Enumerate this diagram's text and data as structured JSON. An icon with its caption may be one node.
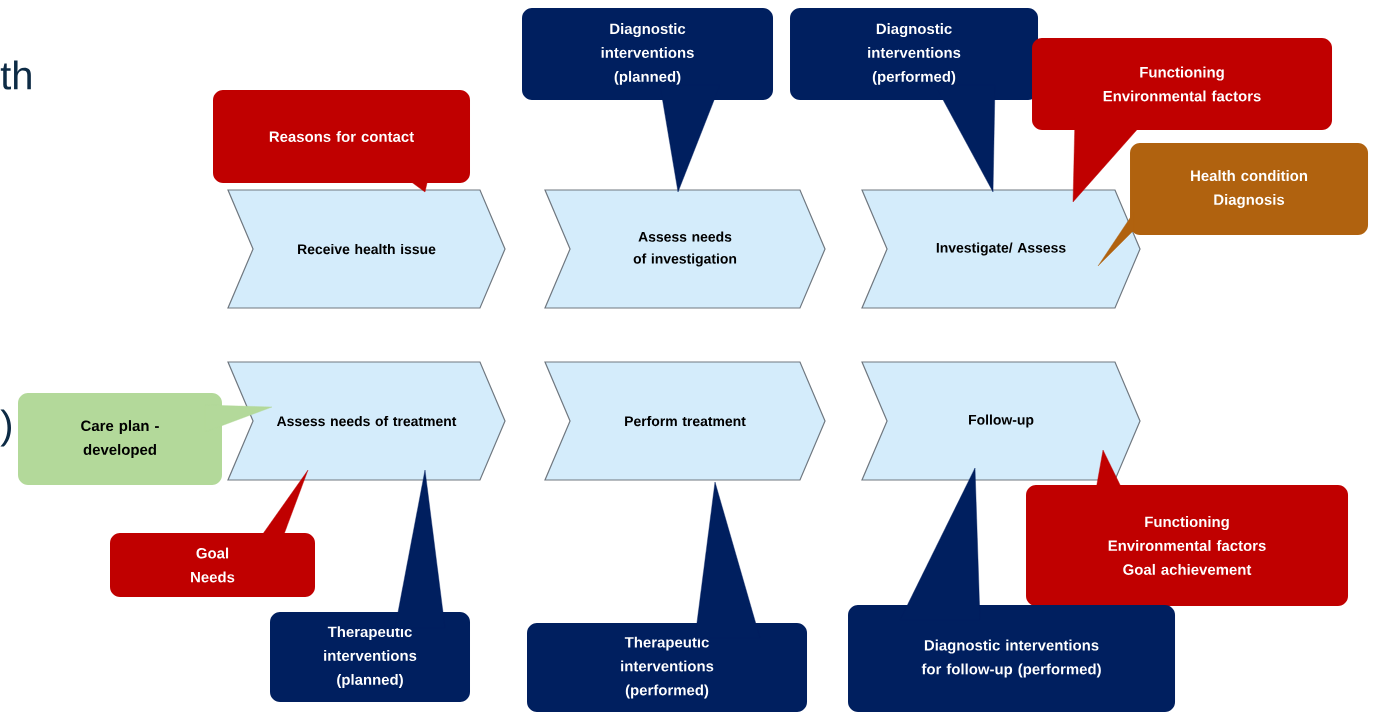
{
  "diagram": {
    "nodes": [
      {
        "text": [
          "Reasons for contact"
        ]
      },
      {
        "text": [
          "Diagnostic interventions (planned)"
        ]
      },
      {
        "text": [
          "Diagnostic interventions (performed)"
        ]
      },
      {
        "text": [
          "Functioning",
          "Environmental factors"
        ]
      },
      {
        "text": [
          "Receive health issue"
        ]
      },
      {
        "text": [
          "Assess needs of investigation"
        ]
      },
      {
        "text": [
          "Investigate/ Assess"
        ]
      },
      {
        "text": [
          "Health condition",
          "Diagnosis"
        ]
      },
      {
        "text": [
          "Care plan - developed"
        ]
      },
      {
        "text": [
          "Assess needs of treatment"
        ]
      },
      {
        "text": [
          "Perform treatment"
        ]
      },
      {
        "text": [
          "Follow-up"
        ]
      },
      {
        "text": [
          "Goal",
          "Needs"
        ]
      },
      {
        "text": [
          "Functioning",
          "Environmental factors",
          "Goal achievement"
        ]
      },
      {
        "text": [
          "Therapeutic interventions (planned)"
        ]
      },
      {
        "text": [
          "Therapeutic interventions (performed)"
        ]
      },
      {
        "text": [
          "Diagnostic interventions for follow-up (performed)"
        ]
      }
    ],
    "edges": [
      {
        "from": 0,
        "to": 4,
        "arrow": "to"
      },
      {
        "from": 1,
        "to": 5,
        "arrow": "to"
      },
      {
        "from": 2,
        "to": 6,
        "arrow": "to"
      },
      {
        "from": 3,
        "to": 6,
        "arrow": "to"
      },
      {
        "from": 7,
        "to": 6,
        "arrow": "to"
      },
      {
        "from": 8,
        "to": 9,
        "arrow": "to"
      },
      {
        "from": 12,
        "to": 9,
        "arrow": "to"
      },
      {
        "from": 14,
        "to": 9,
        "arrow": "to"
      },
      {
        "from": 15,
        "to": 10,
        "arrow": "to"
      },
      {
        "from": 16,
        "to": 11,
        "arrow": "to"
      },
      {
        "from": 13,
        "to": 11,
        "arrow": "to"
      }
    ],
    "labels": [
      "th",
      ")"
    ]
  }
}
